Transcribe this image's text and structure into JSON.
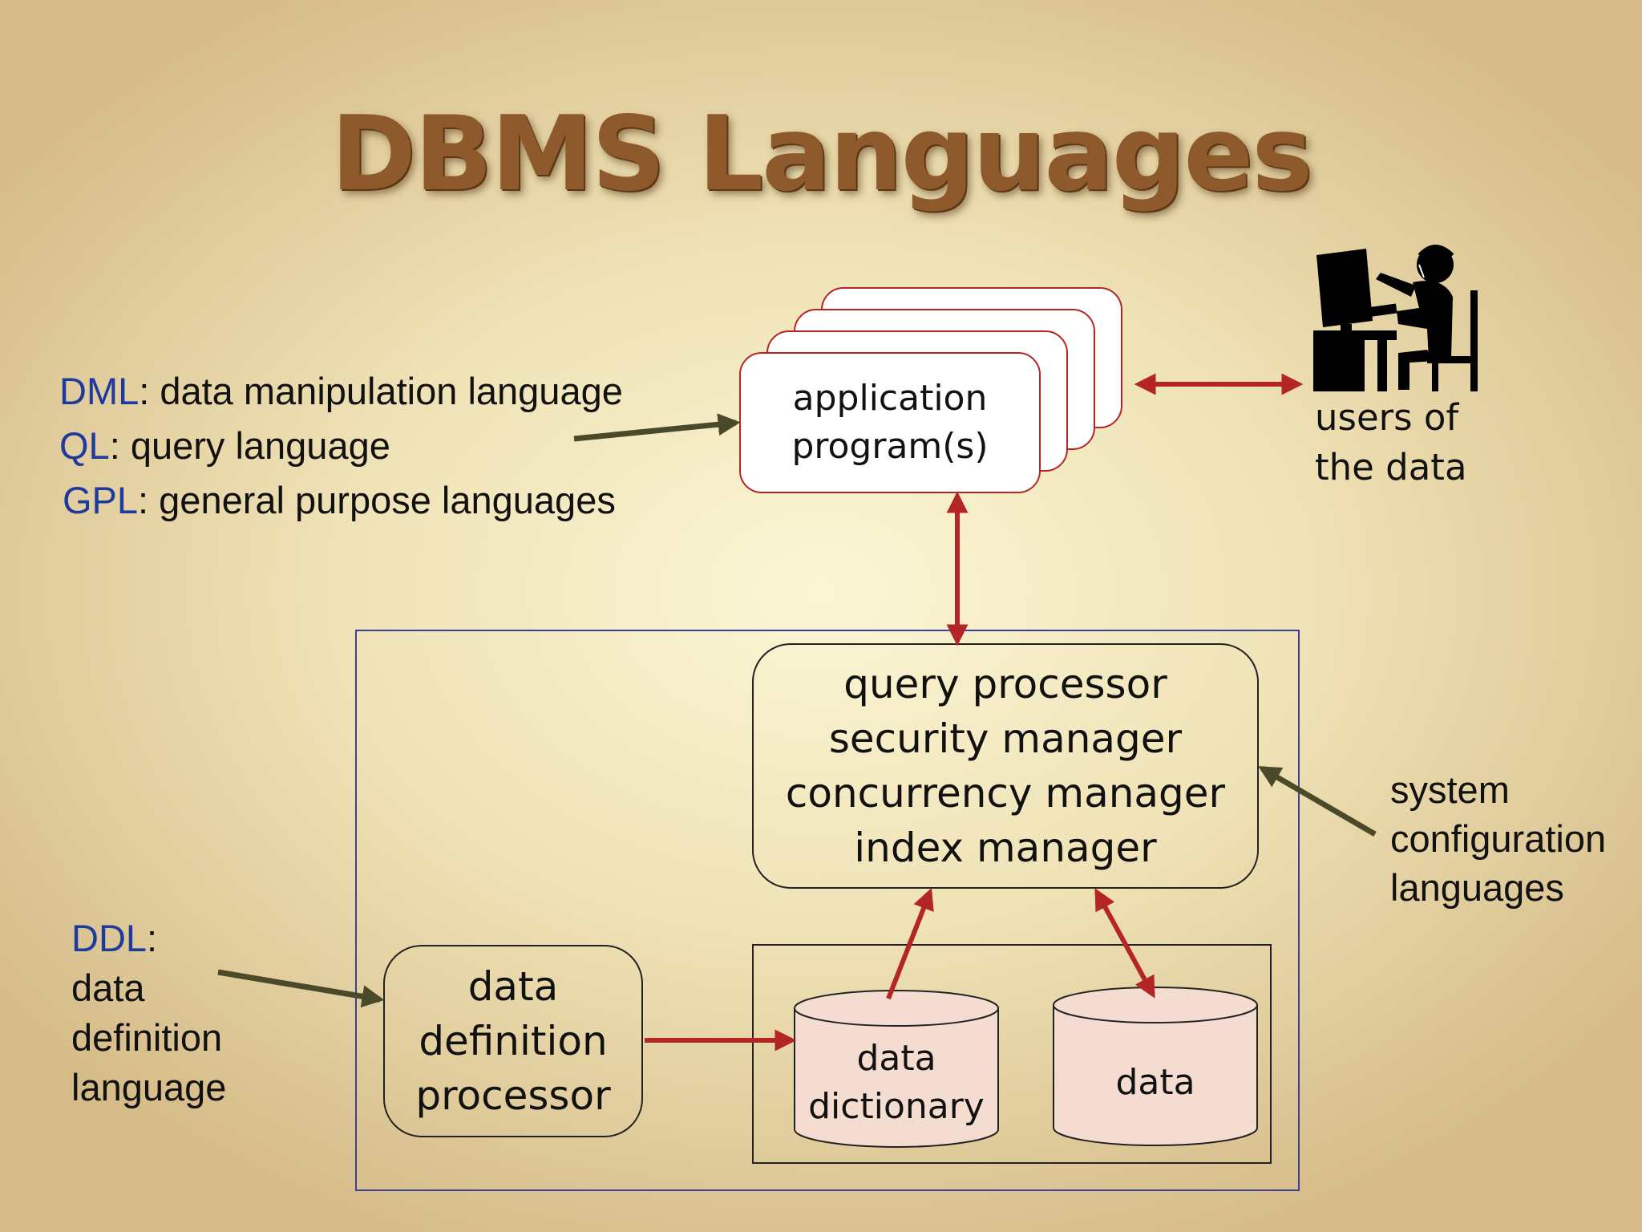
{
  "title": "DBMS Languages",
  "languages_top": [
    {
      "acronym": "DML",
      "text": ": data manipulation language"
    },
    {
      "acronym": "QL",
      "text": ": query language"
    },
    {
      "acronym": "GPL",
      "text": ": general purpose languages"
    }
  ],
  "application": {
    "line1": "application",
    "line2": "program(s)"
  },
  "users": {
    "line1": "users of",
    "line2": "the data"
  },
  "processor_lines": [
    "query processor",
    "security manager",
    "concurrency manager",
    "index manager"
  ],
  "system_config": [
    "system",
    "configuration",
    "languages"
  ],
  "ddl": {
    "acronym": "DDL",
    "colon": ":",
    "lines": [
      "data",
      "definition",
      "language"
    ]
  },
  "ddp": [
    "data",
    "definition",
    "processor"
  ],
  "data_dictionary": [
    "data",
    "dictionary"
  ],
  "data_store": "data",
  "colors": {
    "arrow_red": "#b42525",
    "arrow_dark": "#4a4a2a",
    "acronym_blue": "#1e3a9c",
    "title_brown": "#8e5a2c",
    "cylinder_fill": "#f4ddd0"
  }
}
